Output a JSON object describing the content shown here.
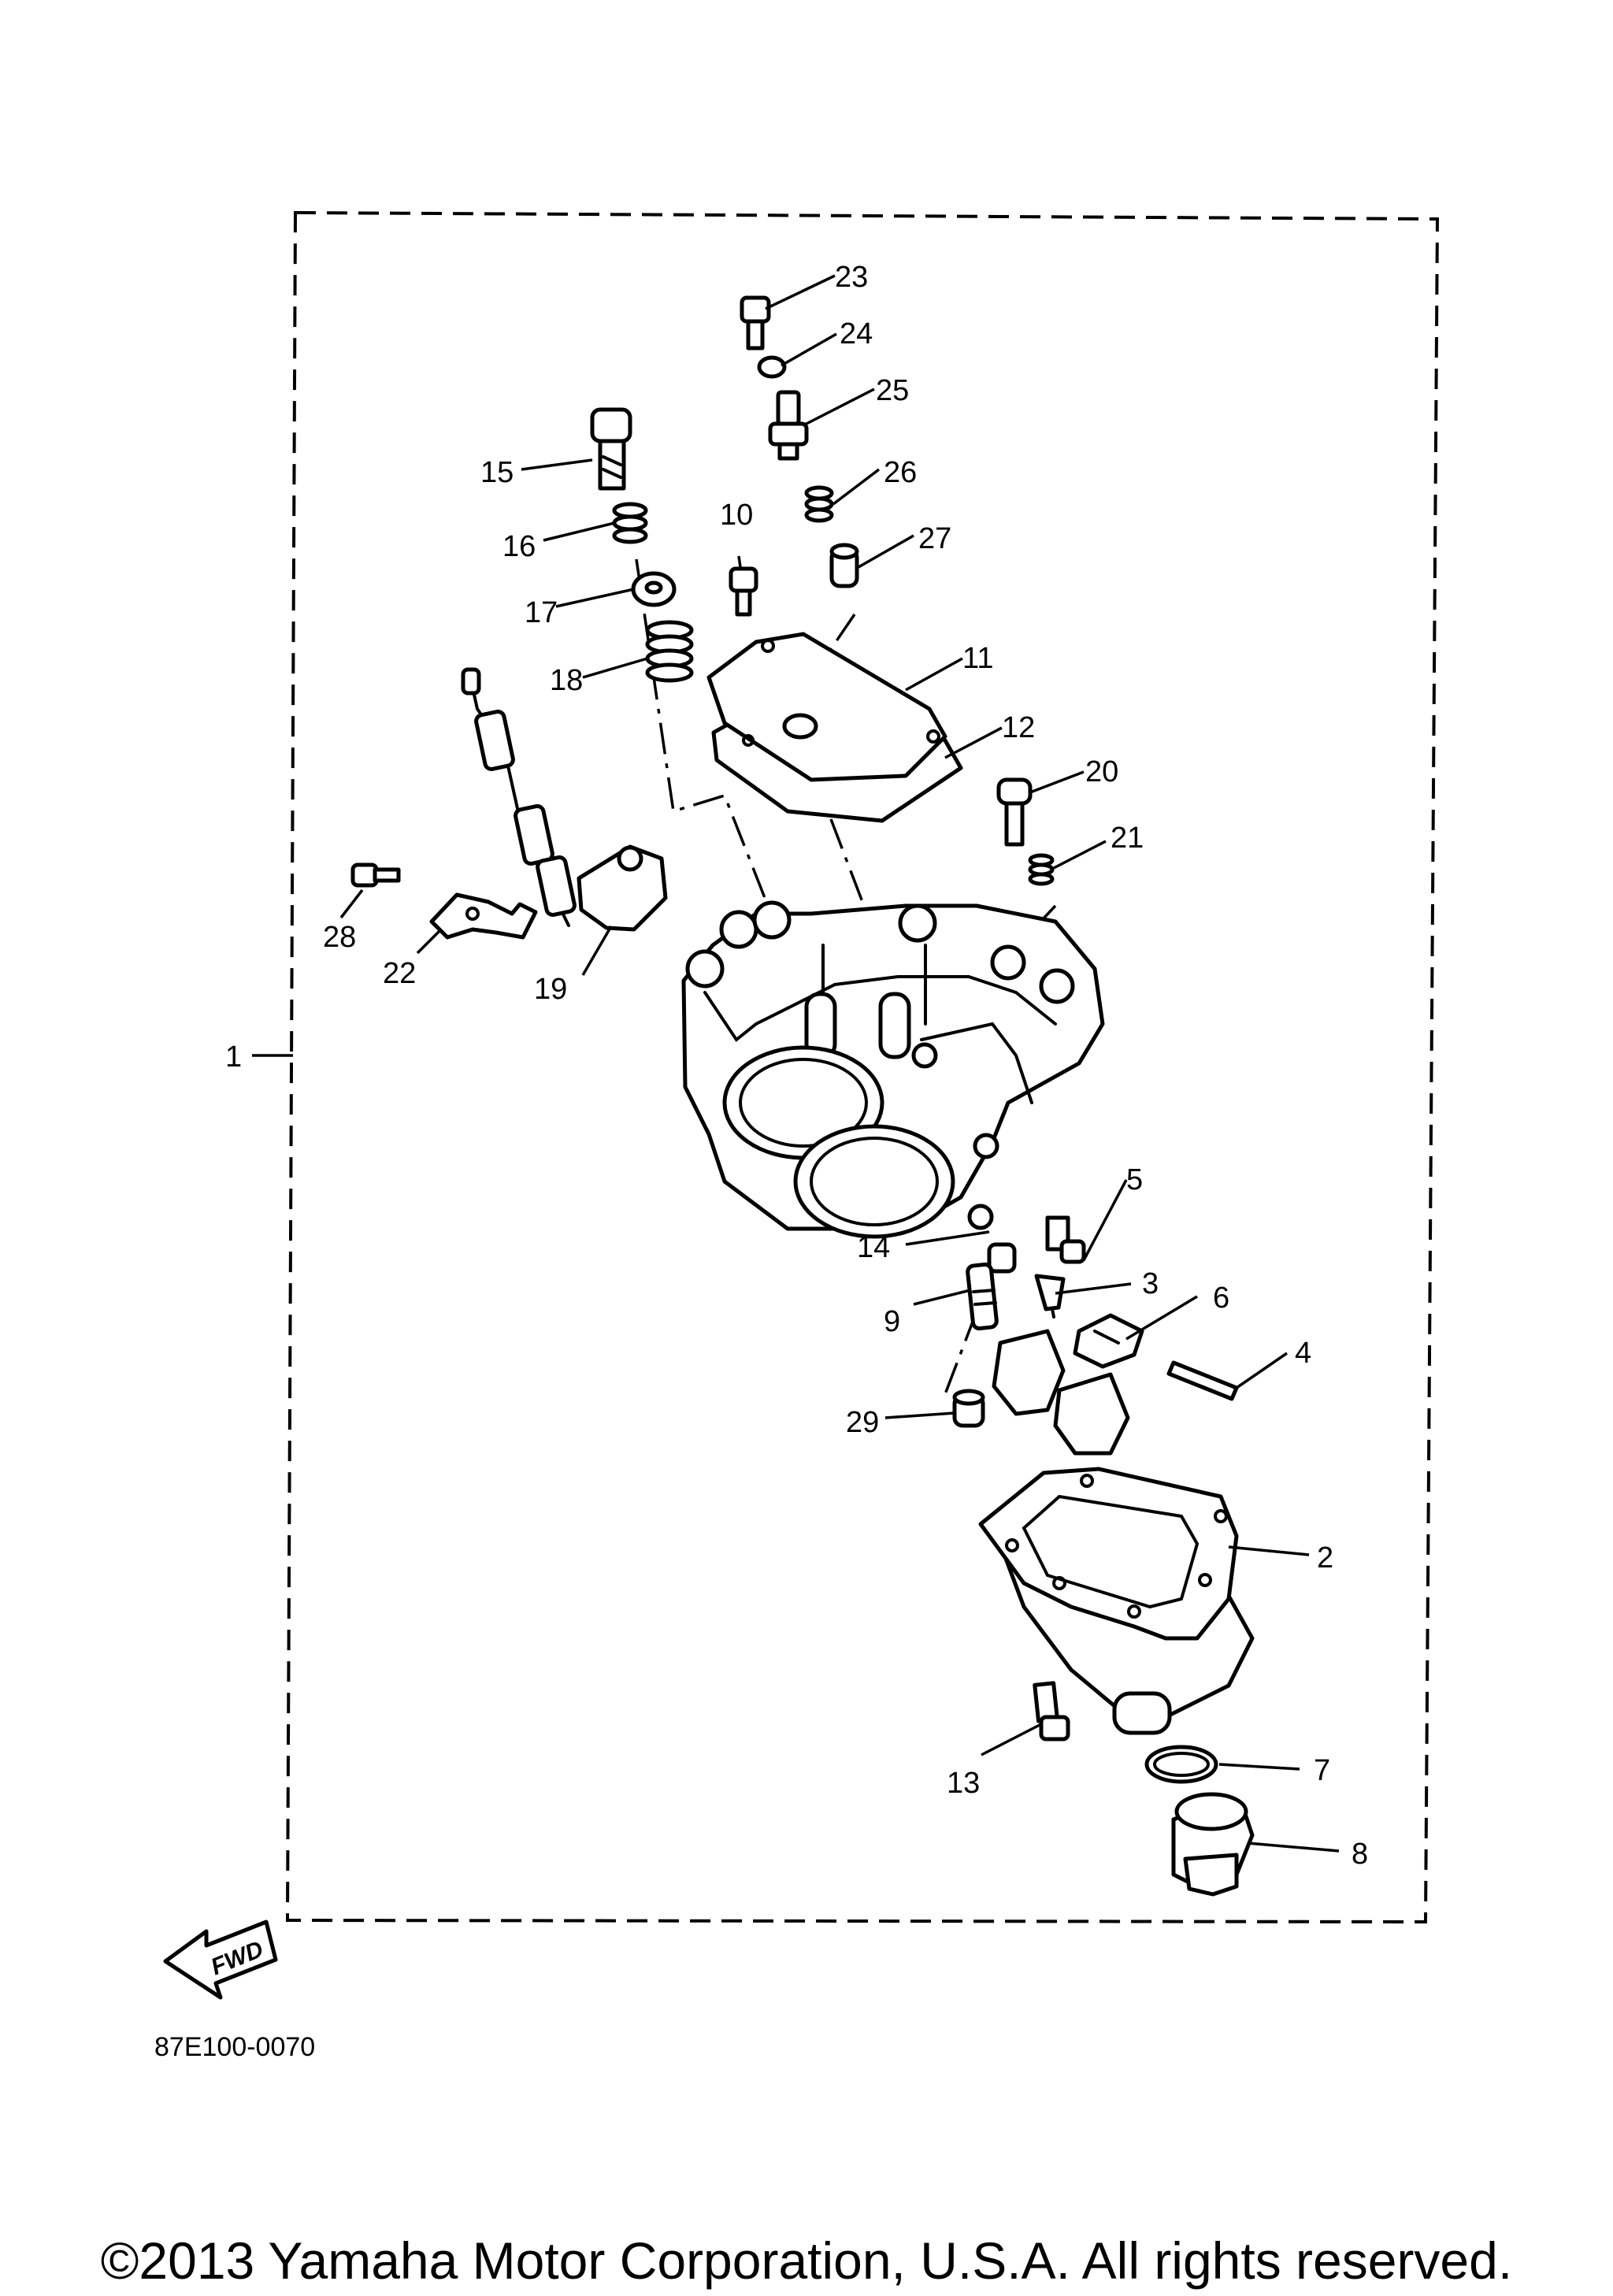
{
  "diagram": {
    "part_numbers": [
      "1",
      "2",
      "3",
      "4",
      "5",
      "6",
      "7",
      "8",
      "9",
      "10",
      "11",
      "12",
      "13",
      "14",
      "15",
      "16",
      "17",
      "18",
      "19",
      "20",
      "21",
      "22",
      "23",
      "24",
      "25",
      "26",
      "27",
      "28",
      "29"
    ],
    "fwd_label": "FWD",
    "diagram_code": "87E100-0070"
  },
  "footer": {
    "copyright": "©2013 Yamaha Motor Corporation, U.S.A. All rights reserved."
  }
}
